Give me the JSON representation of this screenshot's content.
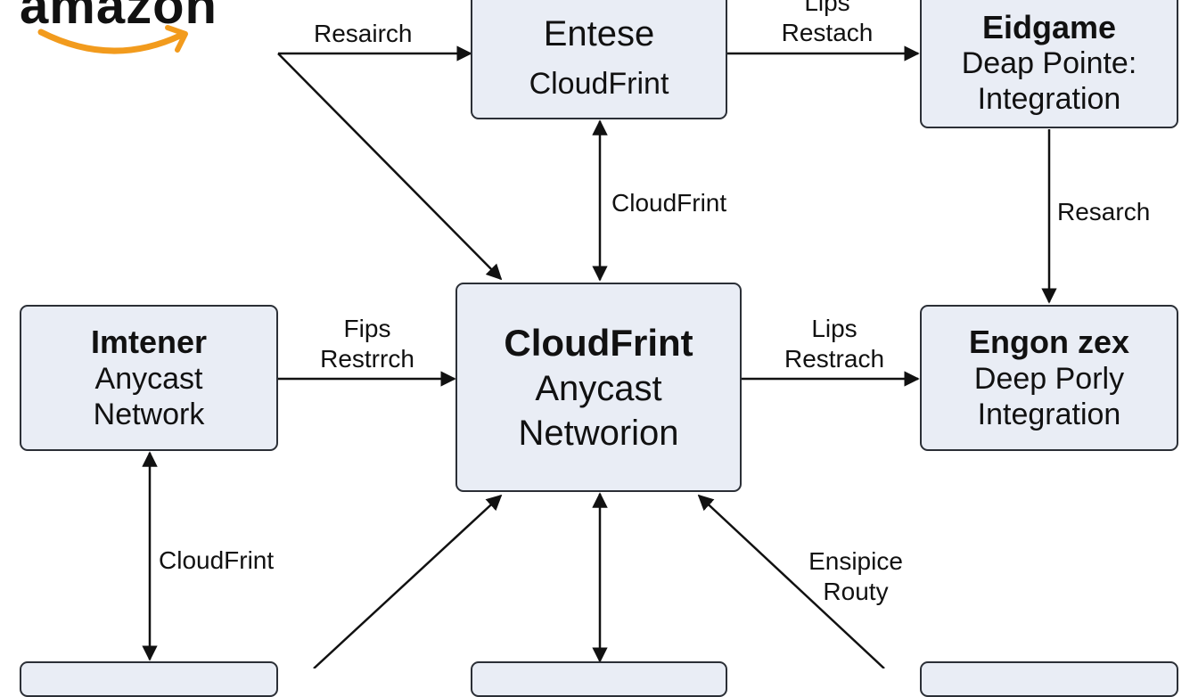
{
  "logo": {
    "text": "amazon",
    "smile_color": "#f29b1d"
  },
  "nodes": {
    "top_center": {
      "line1": "Entese",
      "line2": "CloudFrint"
    },
    "top_right": {
      "title": "Eidgame",
      "line2": "Deap Pointe:",
      "line3": "Integration"
    },
    "mid_left": {
      "title": "Imtener",
      "line2": "Anycast",
      "line3": "Network"
    },
    "center": {
      "title": "CloudFrint",
      "line2": "Anycast",
      "line3": "Networion"
    },
    "mid_right": {
      "title": "Engon zex",
      "line2": "Deep Porly",
      "line3": "Integration"
    }
  },
  "edge_labels": {
    "logo_to_top_center": "Resairch",
    "top_center_to_top_right": [
      "Lips",
      "Restach"
    ],
    "top_center_to_center": "CloudFrint",
    "top_right_to_mid_right": "Resarch",
    "mid_left_to_center": [
      "Fips",
      "Restrrch"
    ],
    "center_to_mid_right": [
      "Lips",
      "Restrach"
    ],
    "mid_left_to_bottom_left": "CloudFrint",
    "bottom_right_to_center": [
      "Ensipice",
      "Routy"
    ]
  },
  "colors": {
    "node_fill": "#e9edf5",
    "node_border": "#2b2f36",
    "arrow": "#111111",
    "logo_smile": "#f29b1d"
  }
}
